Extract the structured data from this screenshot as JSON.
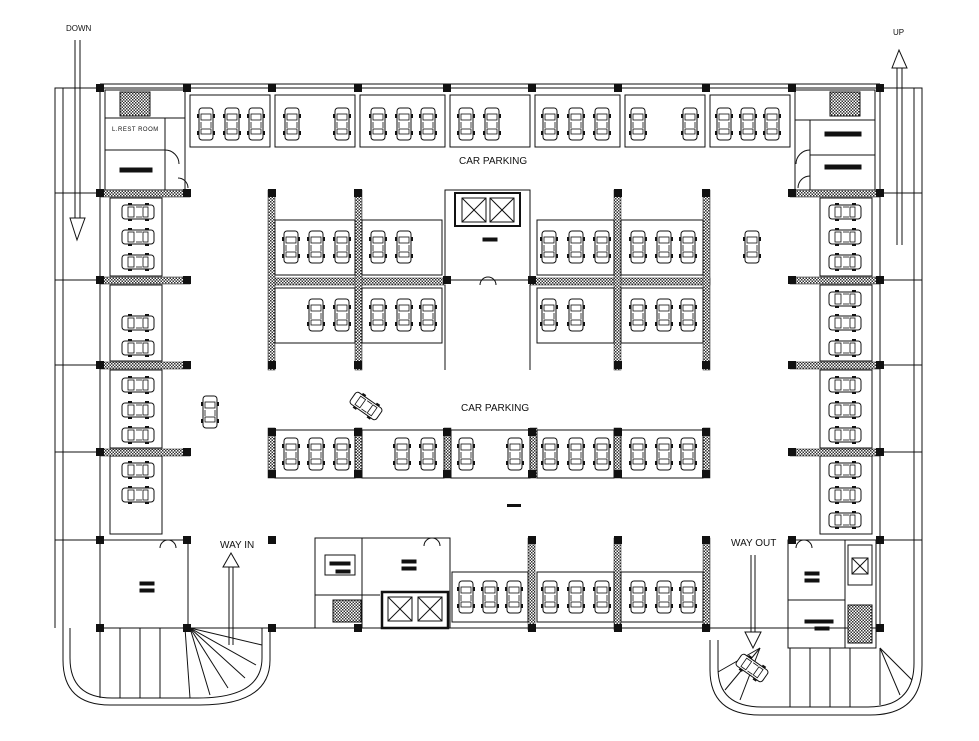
{
  "labels": {
    "down": "DOWN",
    "up": "UP",
    "rest_room": "L.REST ROOM",
    "car_parking_top": "CAR PARKING",
    "car_parking_center": "CAR PARKING",
    "way_in": "WAY IN",
    "way_out": "WAY OUT"
  },
  "colors": {
    "line": "#111111",
    "hatch": "#333333",
    "background": "#ffffff"
  }
}
